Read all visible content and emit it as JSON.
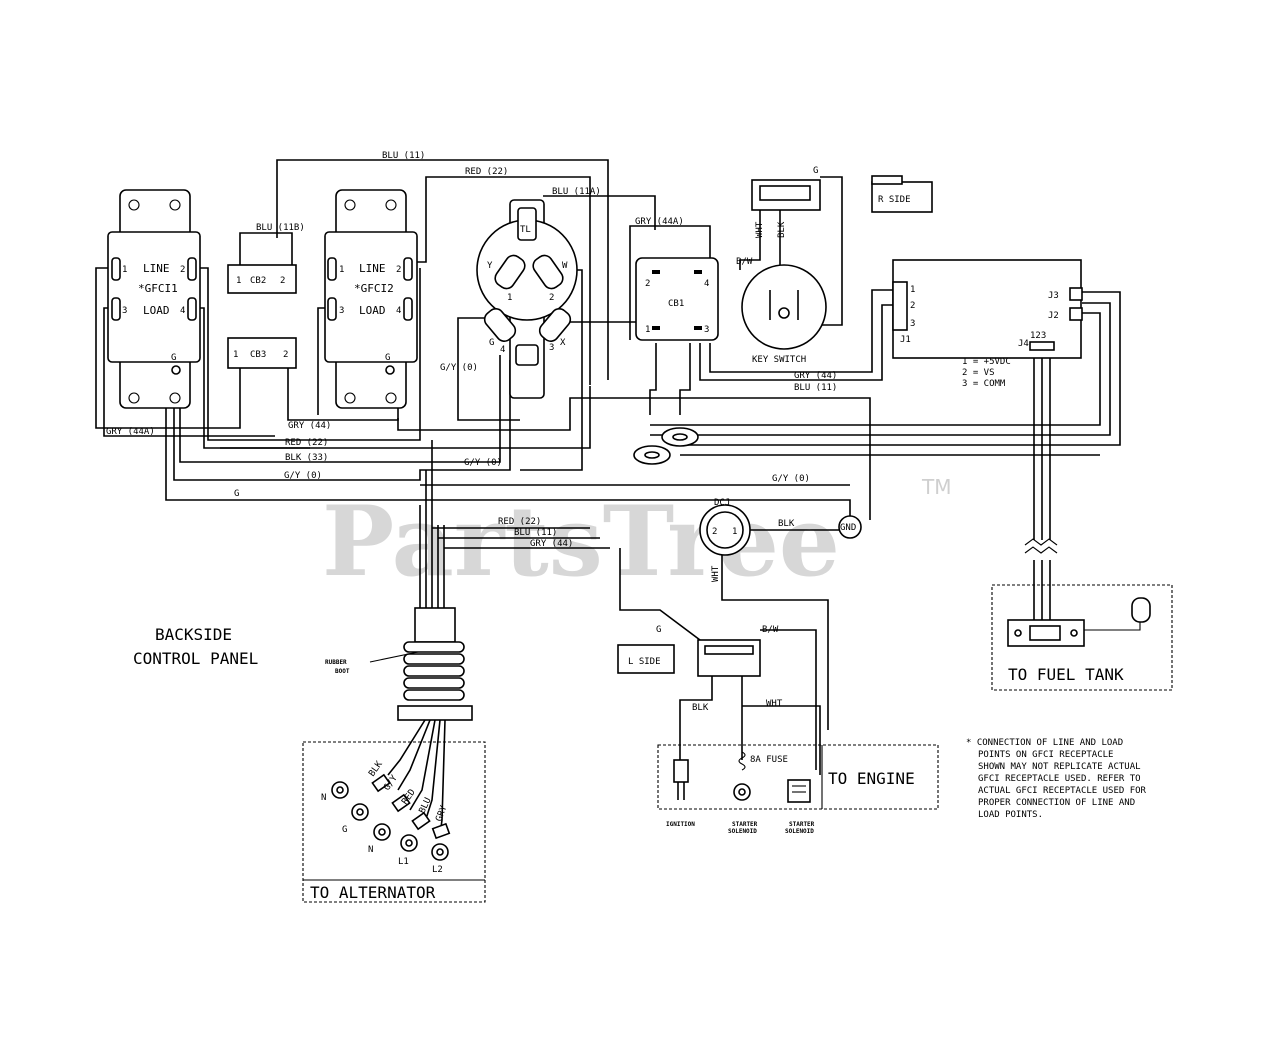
{
  "watermark": {
    "brand": "PartsTree",
    "tm": "TM"
  },
  "components": {
    "gfci1": {
      "line": "LINE",
      "load": "LOAD",
      "name": "*GFCI1",
      "t1": "1",
      "t2": "2",
      "t3": "3",
      "t4": "4",
      "g": "G"
    },
    "gfci2": {
      "line": "LINE",
      "load": "LOAD",
      "name": "*GFCI2",
      "t1": "1",
      "t2": "2",
      "t3": "3",
      "t4": "4",
      "g": "G"
    },
    "cb1": {
      "name": "CB1",
      "t1": "1",
      "t2": "2",
      "t3": "3",
      "t4": "4"
    },
    "cb2": {
      "name": "CB2",
      "t1": "1",
      "t2": "2"
    },
    "cb3": {
      "name": "CB3",
      "t1": "1",
      "t2": "2"
    },
    "twist_lock": {
      "tl": "TL",
      "y": "Y",
      "w": "W",
      "g": "G",
      "x": "X",
      "n1": "1",
      "n2": "2",
      "n3": "3",
      "n4": "4"
    },
    "key_switch": {
      "name": "KEY SWITCH",
      "g": "G",
      "wht": "WHT",
      "blk": "BLK",
      "bw": "B/W"
    },
    "r_side": "R SIDE",
    "l_side": "L SIDE",
    "module": {
      "j1": "J1",
      "j2": "J2",
      "j3": "J3",
      "j4": "J4",
      "j4pins": "123",
      "p1": "1",
      "p2": "2",
      "p3": "3",
      "legend": [
        "1 = +5VDC",
        "2 = VS",
        "3 = COMM"
      ]
    },
    "dcj": {
      "name": "DCJ",
      "p1": "1",
      "p2": "2"
    },
    "gnd": "GND"
  },
  "wires": {
    "blu11_top": "BLU (11)",
    "red22_top": "RED (22)",
    "blu11a": "BLU (11A)",
    "blu11b": "BLU (11B)",
    "gry44a_top": "GRY (44A)",
    "gy0_tl": "G/Y (0)",
    "gry44_right": "GRY (44)",
    "blu11_right": "BLU (11)",
    "gry44_mid": "GRY (44)",
    "gry44a_left": "GRY (44A)",
    "red22_mid": "RED (22)",
    "blk33": "BLK (33)",
    "gy0_mid": "G/Y (0)",
    "gy0_center": "G/Y (0)",
    "gy0_gnd": "G/Y (0)",
    "g_mid": "G",
    "blk_dcj": "BLK",
    "red22_bundle": "RED (22)",
    "blu11_bundle": "BLU (11)",
    "gry44_bundle": "GRY (44)",
    "wht_dcj": "WHT",
    "g_lside": "G",
    "bw_engine": "B/W",
    "blk_engine": "BLK",
    "wht_engine": "WHT",
    "fuse": "8A FUSE"
  },
  "labels": {
    "backside": [
      "BACKSIDE",
      "CONTROL PANEL"
    ],
    "rubber_boot": [
      "RUBBER",
      "BOOT"
    ],
    "to_alternator": "TO ALTERNATOR",
    "to_engine": "TO ENGINE",
    "to_fuel_tank": "TO FUEL TANK",
    "alt_wires": [
      "BLK",
      "G/Y",
      "RED",
      "BLU",
      "GRY"
    ],
    "alt_terms": [
      "N",
      "G",
      "N",
      "L1",
      "L2"
    ],
    "engine_terms": [
      [
        "IGNITION"
      ],
      [
        "STARTER",
        "SOLENOID"
      ],
      [
        "STARTER",
        "SOLENOID"
      ]
    ]
  },
  "note": [
    "* CONNECTION OF LINE AND LOAD",
    "POINTS  ON GFCI  RECEPTACLE",
    "SHOWN MAY NOT REPLICATE ACTUAL",
    "GFCI RECEPTACLE USED.  REFER TO",
    "ACTUAL GFCI RECEPTACLE USED FOR",
    "PROPER CONNECTION OF LINE AND",
    "LOAD POINTS."
  ]
}
